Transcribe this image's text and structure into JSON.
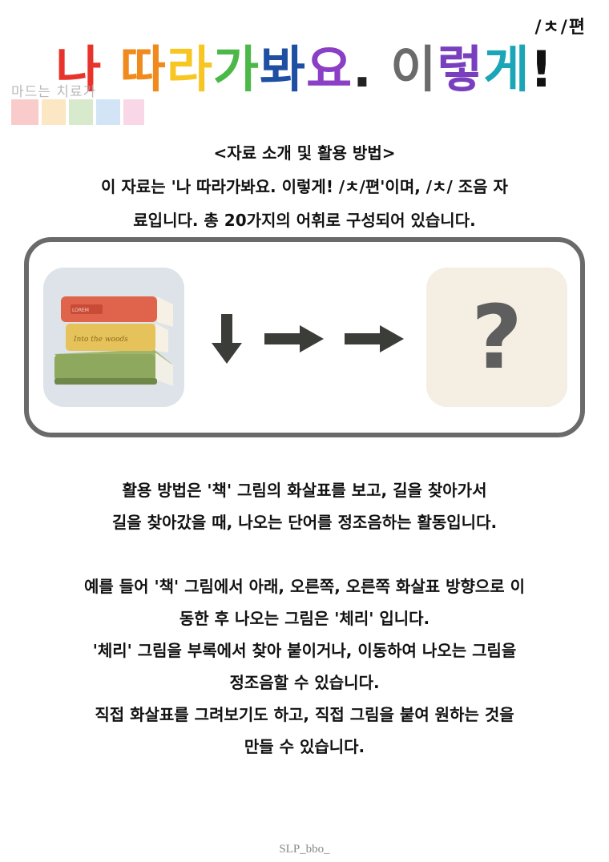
{
  "header": {
    "tag": "/ㅊ/편",
    "title_parts": [
      {
        "text": "나 ",
        "color": "#e8322c"
      },
      {
        "text": "따",
        "color": "#f08a1c"
      },
      {
        "text": "라",
        "color": "#f7c623"
      },
      {
        "text": "가",
        "color": "#4bb848"
      },
      {
        "text": "봐",
        "color": "#1e4fa3"
      },
      {
        "text": "요",
        "color": "#8a3fc4"
      },
      {
        "text": ". ",
        "color": "#222222"
      },
      {
        "text": "이",
        "color": "#6b6b6b"
      },
      {
        "text": "렇",
        "color": "#7a3fbf"
      },
      {
        "text": "게",
        "color": "#1aa6b7"
      },
      {
        "text": "!",
        "color": "#111111"
      }
    ]
  },
  "brand": {
    "text": "마드는 치료가",
    "block_colors": [
      "#f28b8b",
      "#f7c97a",
      "#a8d08d",
      "#9ec3ea",
      "#f2a7c9"
    ]
  },
  "intro": {
    "heading": "<자료 소개 및 활용 방법>",
    "line1": "이 자료는 '나 따라가봐요. 이렇게! /ㅊ/편'이며, /ㅊ/ 조음 자",
    "line2": "료입니다. 총 20가지의 어휘로 구성되어 있습니다."
  },
  "panel": {
    "book_icon": "books-icon",
    "book_labels": [
      "LOREM",
      "Into the woods"
    ],
    "arrows": [
      "arrow-down-icon",
      "arrow-right-icon",
      "arrow-right-icon"
    ],
    "question_mark": "?",
    "arrow_color": "#3b3d39"
  },
  "body": {
    "p1_line1": "활용 방법은 '책' 그림의 화살표를 보고, 길을 찾아가서",
    "p1_line2": "길을 찾아갔을 때, 나오는 단어를 정조음하는 활동입니다.",
    "p2_line1": "예를 들어 '책' 그림에서 아래, 오른쪽, 오른쪽 화살표 방향으로 이",
    "p2_line2": "동한 후 나오는 그림은 '체리' 입니다.",
    "p2_line3": "'체리' 그림을 부록에서 찾아 붙이거나, 이동하여 나오는 그림을",
    "p2_line4": "정조음할 수 있습니다.",
    "p2_line5": "직접 화살표를 그려보기도 하고, 직접 그림을 붙여 원하는 것을",
    "p2_line6": "만들 수 있습니다."
  },
  "footer": {
    "text": "SLP_bbo_"
  }
}
